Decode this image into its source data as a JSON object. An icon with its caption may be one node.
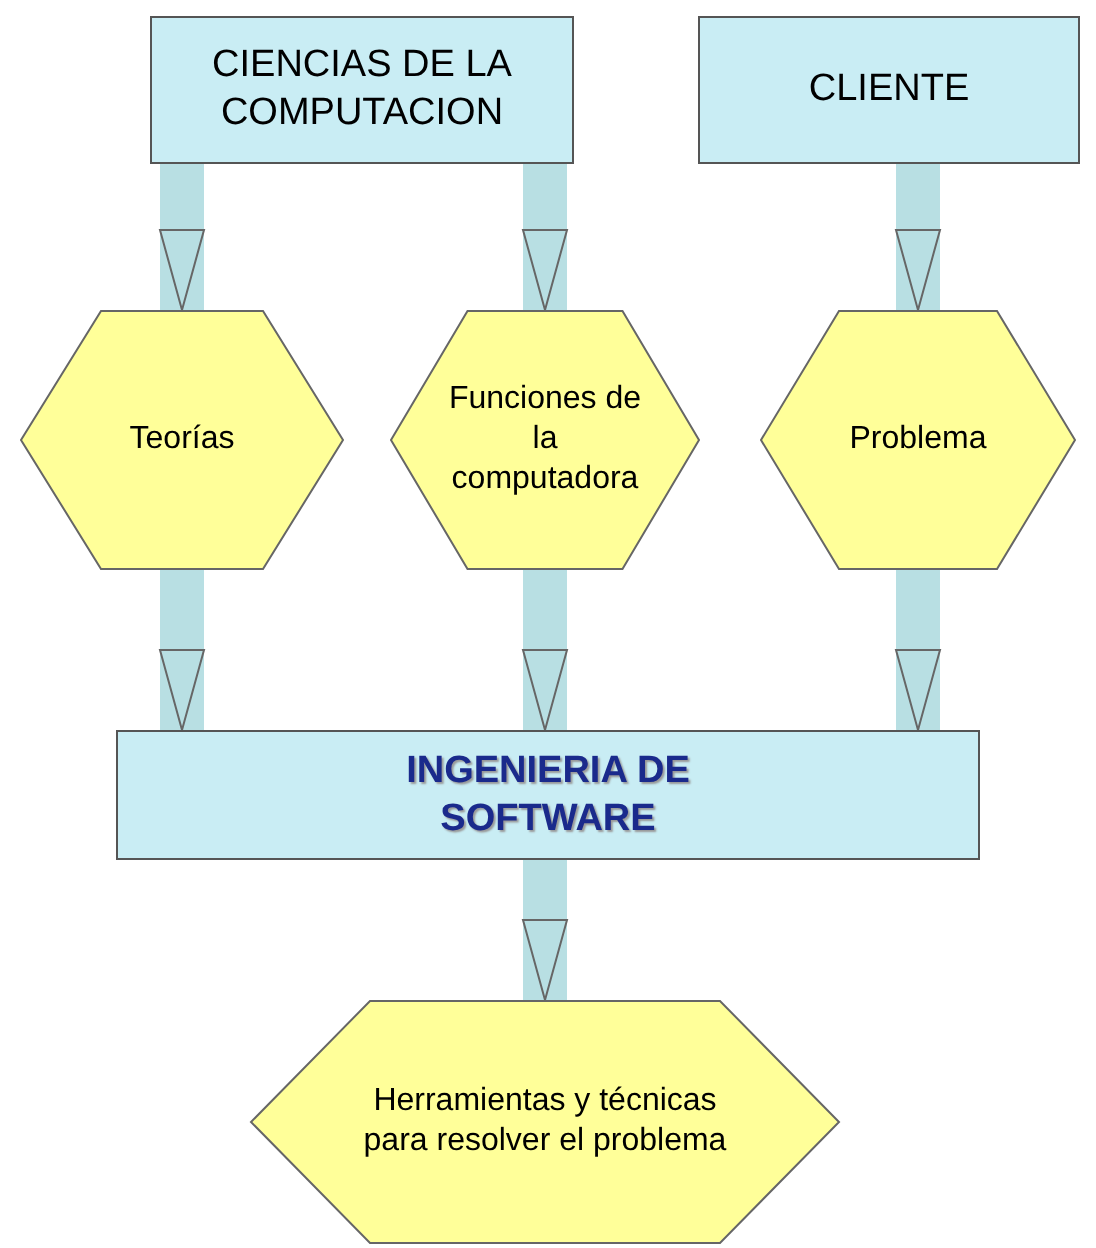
{
  "diagram": {
    "nodes": [
      {
        "text": [
          "CIENCIAS DE LA COMPUTACION"
        ]
      },
      {
        "text": [
          "CLIENTE"
        ]
      },
      {
        "text": [
          "Teorías"
        ]
      },
      {
        "text": [
          "Funciones de la computadora"
        ]
      },
      {
        "text": [
          "Problema"
        ]
      },
      {
        "text": [
          "INGENIERIA DE SOFTWARE"
        ]
      },
      {
        "text": [
          "Herramientas y técnicas para resolver el problema"
        ]
      }
    ],
    "edges": [
      {
        "from": 0,
        "to": 2,
        "arrow": "to"
      },
      {
        "from": 0,
        "to": 3,
        "arrow": "to"
      },
      {
        "from": 1,
        "to": 4,
        "arrow": "to"
      },
      {
        "from": 2,
        "to": 5,
        "arrow": "to"
      },
      {
        "from": 3,
        "to": 5,
        "arrow": "to"
      },
      {
        "from": 4,
        "to": 5,
        "arrow": "to"
      },
      {
        "from": 5,
        "to": 6,
        "arrow": "to"
      }
    ]
  }
}
